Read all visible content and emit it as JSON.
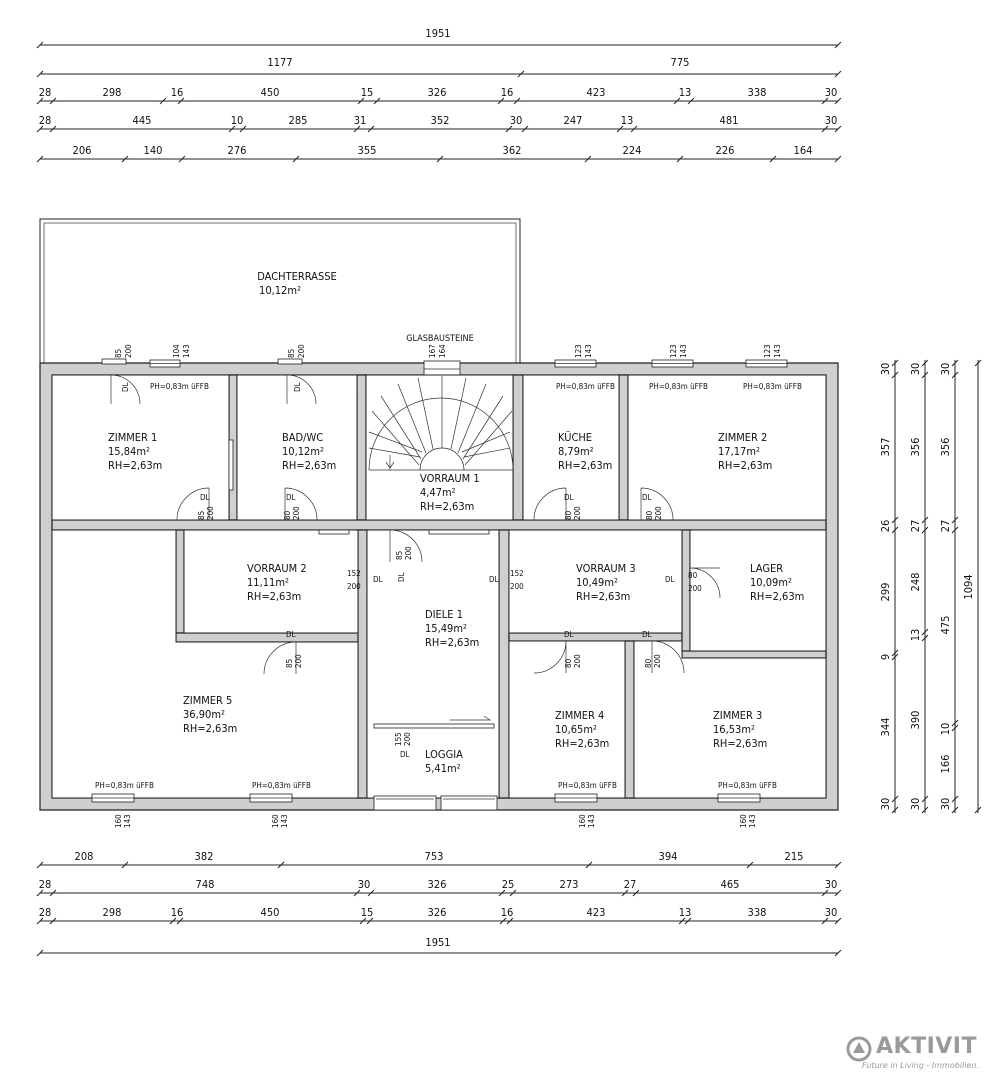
{
  "dimensions": {
    "top": {
      "total": "1951",
      "row2": [
        "1177",
        "775"
      ],
      "row3": [
        "28",
        "298",
        "16",
        "450",
        "15",
        "326",
        "16",
        "423",
        "13",
        "338",
        "30"
      ],
      "row4": [
        "28",
        "445",
        "10",
        "285",
        "31",
        "352",
        "30",
        "247",
        "13",
        "481",
        "30"
      ],
      "row5": [
        "206",
        "140",
        "276",
        "355",
        "362",
        "224",
        "226",
        "164"
      ]
    },
    "bottom": {
      "row1": [
        "208",
        "382",
        "753",
        "394",
        "215"
      ],
      "row2": [
        "28",
        "748",
        "30",
        "326",
        "25",
        "273",
        "27",
        "465",
        "30"
      ],
      "row3": [
        "28",
        "298",
        "16",
        "450",
        "15",
        "326",
        "16",
        "423",
        "13",
        "338",
        "30"
      ],
      "total": "1951"
    },
    "right": {
      "col1": [
        "30",
        "357",
        "26",
        "299",
        "9",
        "344",
        "30"
      ],
      "col2": [
        "30",
        "356",
        "27",
        "248",
        "13",
        "390",
        "30"
      ],
      "col3": [
        "30",
        "356",
        "27",
        "475",
        "10",
        "166",
        "30"
      ],
      "total": "1094"
    }
  },
  "rooms": {
    "dachterrasse": {
      "name": "DACHTERRASSE",
      "area": "10,12m²"
    },
    "zimmer1": {
      "name": "ZIMMER 1",
      "area": "15,84m²",
      "height": "RH=2,63m"
    },
    "bad": {
      "name": "BAD/WC",
      "area": "10,12m²",
      "height": "RH=2,63m"
    },
    "vorraum1": {
      "name": "VORRAUM 1",
      "area": "4,47m²",
      "height": "RH=2,63m"
    },
    "kueche": {
      "name": "KÜCHE",
      "area": "8,79m²",
      "height": "RH=2,63m"
    },
    "zimmer2": {
      "name": "ZIMMER 2",
      "area": "17,17m²",
      "height": "RH=2,63m"
    },
    "vorraum2": {
      "name": "VORRAUM 2",
      "area": "11,11m²",
      "height": "RH=2,63m"
    },
    "diele1": {
      "name": "DIELE 1",
      "area": "15,49m²",
      "height": "RH=2,63m"
    },
    "vorraum3": {
      "name": "VORRAUM 3",
      "area": "10,49m²",
      "height": "RH=2,63m"
    },
    "lager": {
      "name": "LAGER",
      "area": "10,09m²",
      "height": "RH=2,63m"
    },
    "zimmer5": {
      "name": "ZIMMER 5",
      "area": "36,90m²",
      "height": "RH=2,63m"
    },
    "zimmer4": {
      "name": "ZIMMER 4",
      "area": "10,65m²",
      "height": "RH=2,63m"
    },
    "zimmer3": {
      "name": "ZIMMER 3",
      "area": "16,53m²",
      "height": "RH=2,63m"
    },
    "loggia": {
      "name": "LOGGIA",
      "area": "5,41m²"
    }
  },
  "labels": {
    "glasbausteine": "GLASBAUSTEINE",
    "parapet": "PH=0,83m üFFB",
    "door_dl": "DL",
    "d85": "85",
    "d80": "80",
    "d200": "200",
    "d152": "152",
    "d155": "155",
    "d104": "104",
    "d123": "123",
    "d143": "143",
    "d160": "160",
    "d164": "164",
    "d167": "167"
  },
  "logo": {
    "brand": "AKTIVIT",
    "slogan": "Future in Living - Immobilien."
  }
}
